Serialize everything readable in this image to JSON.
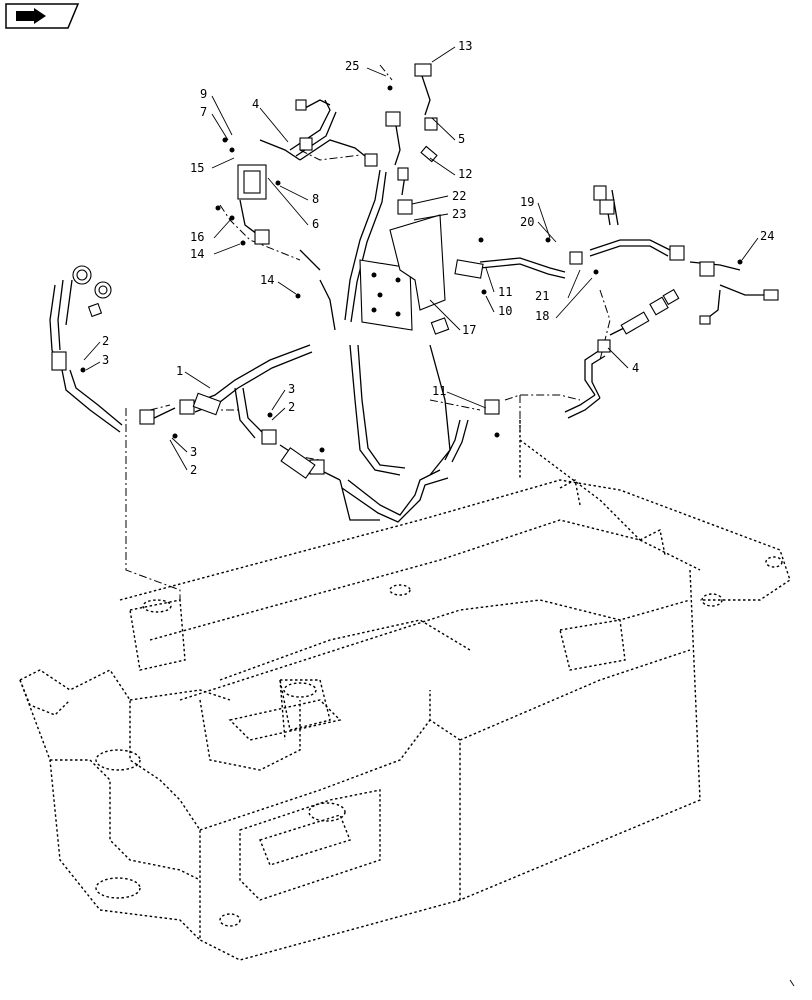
{
  "nav_icon": {
    "name": "page-navigation-icon"
  },
  "callouts": [
    {
      "id": "c25",
      "label": "25"
    },
    {
      "id": "c13",
      "label": "13"
    },
    {
      "id": "c9",
      "label": "9"
    },
    {
      "id": "c7",
      "label": "7"
    },
    {
      "id": "c4a",
      "label": "4"
    },
    {
      "id": "c5",
      "label": "5"
    },
    {
      "id": "c15",
      "label": "15"
    },
    {
      "id": "c12",
      "label": "12"
    },
    {
      "id": "c8",
      "label": "8"
    },
    {
      "id": "c6",
      "label": "6"
    },
    {
      "id": "c22",
      "label": "22"
    },
    {
      "id": "c23",
      "label": "23"
    },
    {
      "id": "c16",
      "label": "16"
    },
    {
      "id": "c14a",
      "label": "14"
    },
    {
      "id": "c19",
      "label": "19"
    },
    {
      "id": "c20",
      "label": "20"
    },
    {
      "id": "c24",
      "label": "24"
    },
    {
      "id": "c14b",
      "label": "14"
    },
    {
      "id": "c11a",
      "label": "11"
    },
    {
      "id": "c10",
      "label": "10"
    },
    {
      "id": "c21",
      "label": "21"
    },
    {
      "id": "c18",
      "label": "18"
    },
    {
      "id": "c17",
      "label": "17"
    },
    {
      "id": "c2a",
      "label": "2"
    },
    {
      "id": "c3a",
      "label": "3"
    },
    {
      "id": "c1",
      "label": "1"
    },
    {
      "id": "c4b",
      "label": "4"
    },
    {
      "id": "c3b",
      "label": "3"
    },
    {
      "id": "c2b",
      "label": "2"
    },
    {
      "id": "c11b",
      "label": "11"
    },
    {
      "id": "c3c",
      "label": "3"
    },
    {
      "id": "c2c",
      "label": "2"
    }
  ]
}
